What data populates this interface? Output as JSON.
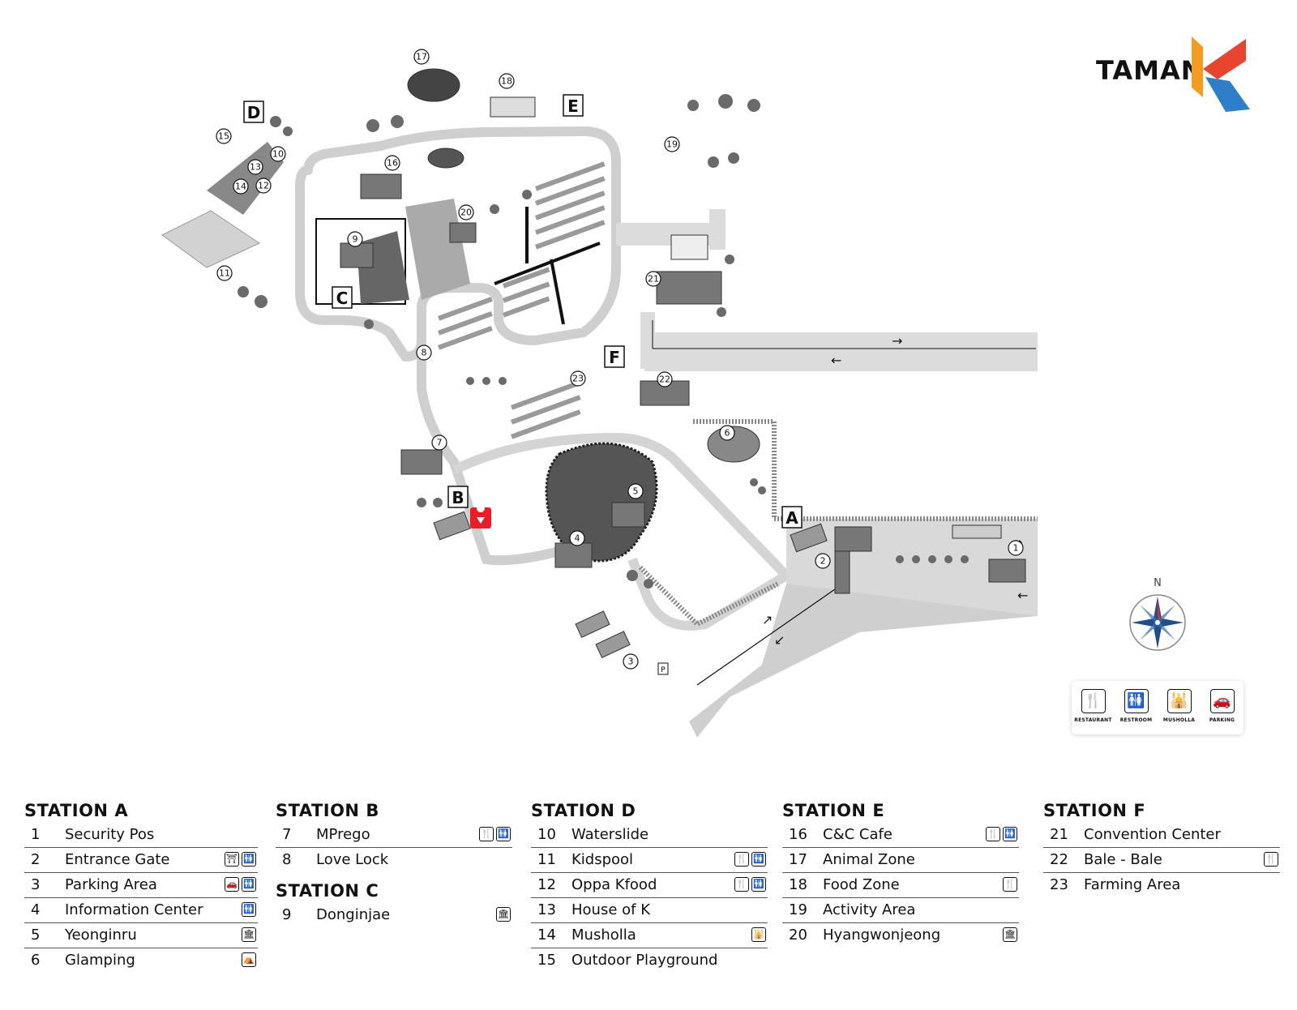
{
  "brand": {
    "logo_text": "TAMAN",
    "logo_accent_orange": "#f39c1f",
    "logo_accent_red": "#e8452f",
    "logo_accent_blue": "#2e7fc9"
  },
  "map": {
    "station_letters": [
      "A",
      "B",
      "C",
      "D",
      "E",
      "F"
    ],
    "location_pin_color": "#e81d25",
    "compass_label": "N",
    "numbered_markers": [
      "1",
      "2",
      "3",
      "4",
      "5",
      "6",
      "7",
      "8",
      "9",
      "10",
      "11",
      "12",
      "13",
      "14",
      "15",
      "16",
      "17",
      "18",
      "19",
      "20",
      "21",
      "22",
      "23"
    ]
  },
  "legend": {
    "items": [
      {
        "label": "RESTAURANT",
        "icon": "fork-knife-icon"
      },
      {
        "label": "RESTROOM",
        "icon": "restroom-icon"
      },
      {
        "label": "MUSHOLLA",
        "icon": "mosque-icon"
      },
      {
        "label": "PARKING",
        "icon": "car-icon"
      }
    ]
  },
  "stations": [
    {
      "title": "STATION A",
      "items": [
        {
          "num": "1",
          "name": "Security Pos",
          "icons": []
        },
        {
          "num": "2",
          "name": "Entrance Gate",
          "icons": [
            "gate-icon",
            "restroom-icon"
          ]
        },
        {
          "num": "3",
          "name": "Parking Area",
          "icons": [
            "car-icon",
            "restroom-icon"
          ]
        },
        {
          "num": "4",
          "name": "Information Center",
          "icons": [
            "restroom-icon"
          ]
        },
        {
          "num": "5",
          "name": "Yeonginru",
          "icons": [
            "building-icon"
          ]
        },
        {
          "num": "6",
          "name": "Glamping",
          "icons": [
            "tent-icon"
          ]
        }
      ]
    },
    {
      "title": "STATION B",
      "items": [
        {
          "num": "7",
          "name": "MPrego",
          "icons": [
            "fork-knife-icon",
            "restroom-icon"
          ]
        },
        {
          "num": "8",
          "name": "Love Lock",
          "icons": []
        }
      ],
      "sub_title": "STATION C",
      "sub_items": [
        {
          "num": "9",
          "name": "Donginjae",
          "icons": [
            "building-icon"
          ]
        }
      ]
    },
    {
      "title": "STATION D",
      "items": [
        {
          "num": "10",
          "name": "Waterslide",
          "icons": []
        },
        {
          "num": "11",
          "name": "Kidspool",
          "icons": [
            "fork-knife-icon",
            "restroom-icon"
          ]
        },
        {
          "num": "12",
          "name": "Oppa Kfood",
          "icons": [
            "fork-knife-icon",
            "restroom-icon"
          ]
        },
        {
          "num": "13",
          "name": "House of K",
          "icons": []
        },
        {
          "num": "14",
          "name": "Musholla",
          "icons": [
            "mosque-icon"
          ]
        },
        {
          "num": "15",
          "name": "Outdoor Playground",
          "icons": []
        }
      ]
    },
    {
      "title": "STATION E",
      "items": [
        {
          "num": "16",
          "name": "C&C Cafe",
          "icons": [
            "fork-knife-icon",
            "restroom-icon"
          ]
        },
        {
          "num": "17",
          "name": "Animal Zone",
          "icons": []
        },
        {
          "num": "18",
          "name": "Food Zone",
          "icons": [
            "fork-knife-icon"
          ]
        },
        {
          "num": "19",
          "name": "Activity Area",
          "icons": []
        },
        {
          "num": "20",
          "name": "Hyangwonjeong",
          "icons": [
            "building-icon"
          ]
        }
      ]
    },
    {
      "title": "STATION F",
      "items": [
        {
          "num": "21",
          "name": "Convention Center",
          "icons": []
        },
        {
          "num": "22",
          "name": "Bale - Bale",
          "icons": [
            "fork-knife-icon"
          ]
        },
        {
          "num": "23",
          "name": "Farming Area",
          "icons": []
        }
      ]
    }
  ]
}
